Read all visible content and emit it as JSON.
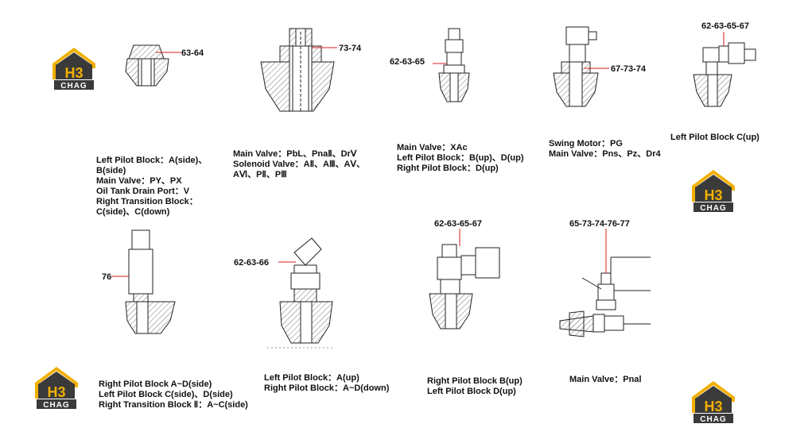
{
  "colors": {
    "red": "#d81e1e",
    "logo_yellow": "#f2b000",
    "logo_dark": "#3a3a3a",
    "hatch": "#555555"
  },
  "logo": {
    "icon": "h3-house-logo-icon",
    "mark": "H3",
    "word": "CHAG"
  },
  "codes": {
    "c1": "63-64",
    "c2": "73-74",
    "c3": "62-63-65",
    "c4": "67-73-74",
    "c5": "62-63-65-67",
    "c6": "76",
    "c7": "62-63-66",
    "c8": "62-63-65-67",
    "c9": "65-73-74-76-77"
  },
  "captions": {
    "cap1": [
      "Left Pilot Block：A(side)、",
      "B(side)",
      "Main Valve：PY、PX",
      "Oil Tank Drain Port：V",
      "Right Transition Block：",
      "C(side)、C(down)"
    ],
    "cap2": [
      "Main Valve：PbL、PnaⅡ、DrⅤ",
      "Solenoid Valve：AⅡ、AⅢ、AⅤ、",
      "AⅥ、PⅡ、PⅢ"
    ],
    "cap3": [
      "Main Valve：XAc",
      "Left Pilot Block：B(up)、D(up)",
      "Right Pilot Block：D(up)"
    ],
    "cap4": [
      "Swing Motor：PG",
      "Main Valve：Pns、Pz、Dr4"
    ],
    "cap5": [
      "Left Pilot Block C(up)"
    ],
    "cap6": [
      "Right Pilot Block A~D(side)",
      "Left Pilot Block C(side)、D(side)",
      "Right Transition Block Ⅱ：A~C(side)"
    ],
    "cap7": [
      "Left Pilot Block：A(up)",
      "Right Pilot Block：A~D(down)"
    ],
    "cap8": [
      "Right Pilot Block B(up)",
      "Left Pilot Block D(up)"
    ],
    "cap9": [
      "Main Valve：PnaⅠ"
    ]
  }
}
